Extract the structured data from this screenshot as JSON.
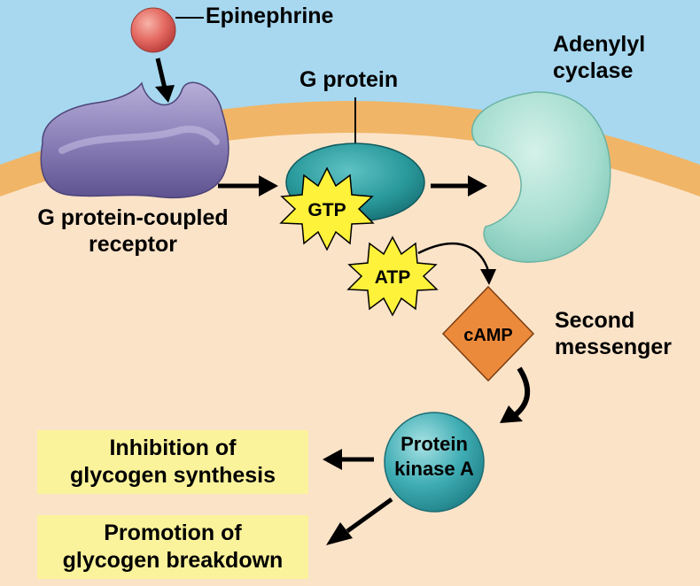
{
  "labels": {
    "epinephrine": "Epinephrine",
    "g_protein": "G protein",
    "adenylyl_cyclase": "Adenylyl\ncyclase",
    "receptor": "G protein-coupled\nreceptor",
    "gtp": "GTP",
    "atp": "ATP",
    "camp": "cAMP",
    "second_messenger": "Second\nmessenger",
    "pka": "Protein\nkinase A"
  },
  "outcomes": {
    "inhibition": "Inhibition of\nglycogen synthesis",
    "promotion": "Promotion of\nglycogen breakdown"
  },
  "colors": {
    "extracellular": "#a7d8ef",
    "membrane": "#f0b567",
    "cytoplasm": "#fbe3c8",
    "epinephrine": "#e46a62",
    "receptor": "#8b80b8",
    "g_protein": "#2a9a9c",
    "adenylyl_cyclase": "#a5ddcf",
    "starburst": "#fff23a",
    "camp": "#ec8a3c",
    "pka": "#3fadb4",
    "outcome_box": "#fbf39b"
  }
}
